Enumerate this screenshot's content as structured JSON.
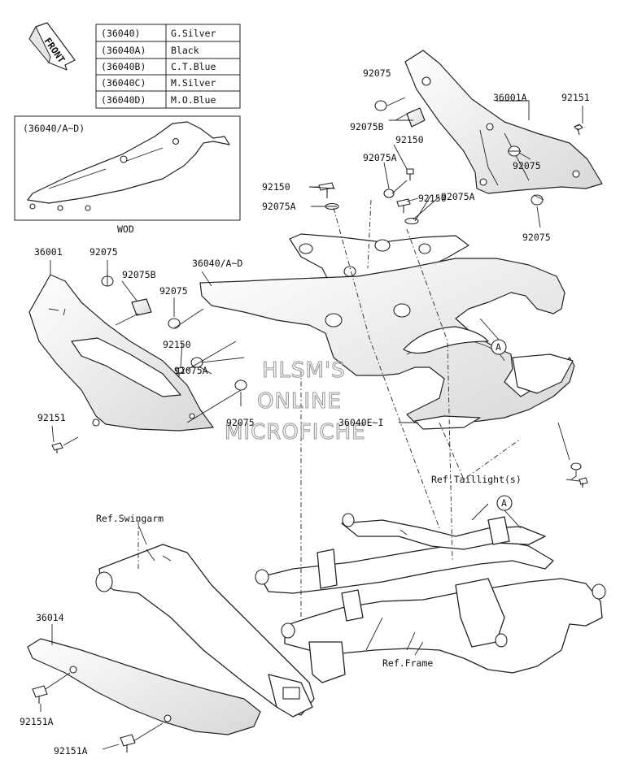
{
  "front_arrow": {
    "text": "FRONT"
  },
  "color_table": [
    {
      "code": "(36040)",
      "color": "G.Silver"
    },
    {
      "code": "(36040A)",
      "color": "Black"
    },
    {
      "code": "(36040B)",
      "color": "C.T.Blue"
    },
    {
      "code": "(36040C)",
      "color": "M.Silver"
    },
    {
      "code": "(36040D)",
      "color": "M.O.Blue"
    }
  ],
  "inset": {
    "label": "(36040/A~D)",
    "caption": "WOD"
  },
  "watermark": {
    "line1": "HLSM'S",
    "line2": "ONLINE",
    "line3": "MICROFICHE"
  },
  "labels": {
    "p92075_top": "92075",
    "p36001a": "36001A",
    "p92151_top": "92151",
    "p92075b_top": "92075B",
    "p92150_a": "92150",
    "p92075a_a": "92075A",
    "p92075_mid_r": "92075",
    "p92150_b": "92150",
    "p92075a_b": "92075A",
    "p92150_c": "92150",
    "p92075a_c": "92075A",
    "p92075_right": "92075",
    "p36001": "36001",
    "p92075_left": "92075",
    "p92075b_left": "92075B",
    "p36040_ad": "36040/A~D",
    "p92075_l2": "92075",
    "p92150_l": "92150",
    "p92075a_l": "92075A",
    "p92075_l3": "92075",
    "p92151_left": "92151",
    "p36040e": "36040E~I",
    "ref_taillight": "Ref.Taillight(s)",
    "ref_swingarm": "Ref.Swingarm",
    "p36014": "36014",
    "p92151a_1": "92151A",
    "p92151a_2": "92151A",
    "ref_frame": "Ref.Frame",
    "callout_a1": "A",
    "callout_a2": "A"
  }
}
